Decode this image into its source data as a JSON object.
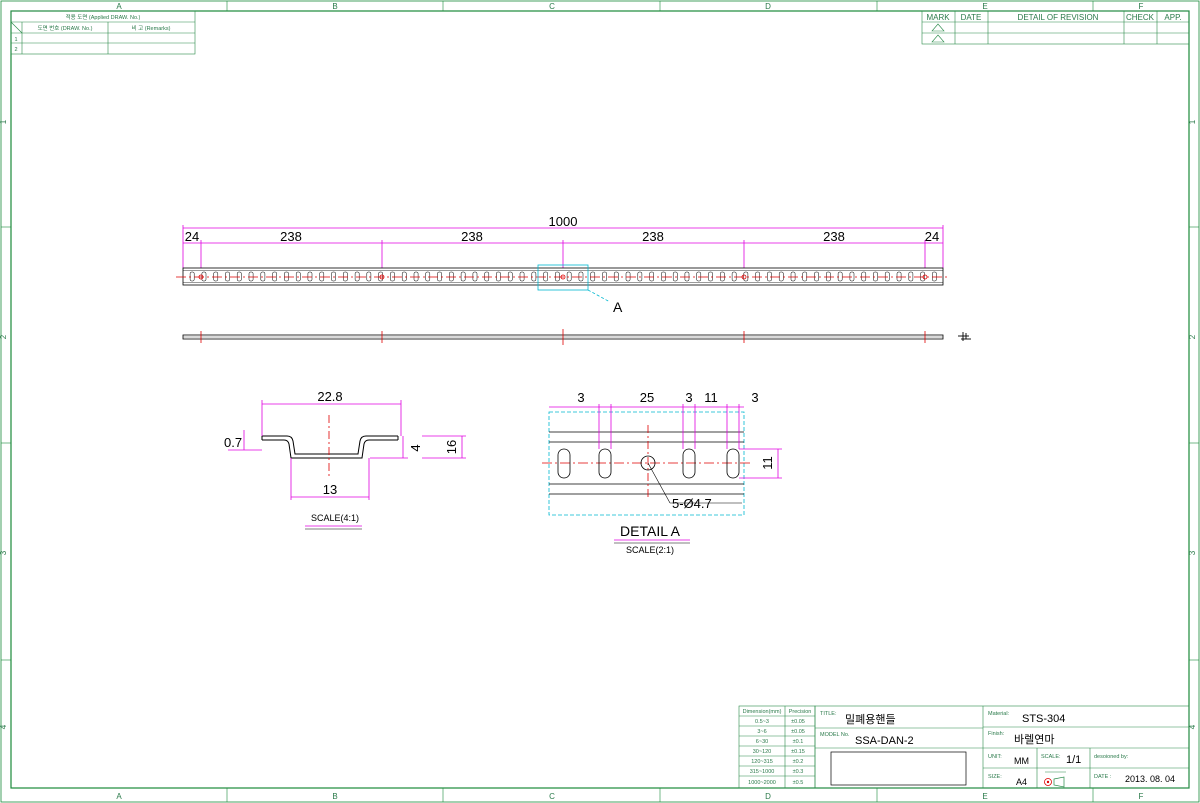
{
  "zones": {
    "columns": [
      "A",
      "B",
      "C",
      "D",
      "E",
      "F"
    ],
    "rows": [
      "1",
      "2",
      "3",
      "4"
    ]
  },
  "applied_table": {
    "title": "적용 도면 (Applied DRAW. No.)",
    "col_drawing": "도면 번호 (DRAW. No.)",
    "col_remarks": "비 고 (Remarks)",
    "rows": [
      "1",
      "2"
    ]
  },
  "revision_table": {
    "mark": "MARK",
    "date": "DATE",
    "detail": "DETAIL OF REVISION",
    "check": "CHECK",
    "app": "APP."
  },
  "top_view": {
    "overall": "1000",
    "segments": [
      "24",
      "238",
      "238",
      "238",
      "238",
      "24"
    ],
    "detail_ref": "A"
  },
  "section": {
    "top_width": "22.8",
    "thickness": "0.7",
    "depth": "4",
    "height": "16",
    "bottom_width": "13",
    "scale": "SCALE(4:1)"
  },
  "detail": {
    "dims_top": [
      "3",
      "25",
      "3",
      "11",
      "3"
    ],
    "height": "11",
    "holes": "5-Ø4.7",
    "title": "DETAIL A",
    "scale": "SCALE(2:1)"
  },
  "precision_table": {
    "header_dim": "Dimension(mm)",
    "header_prec": "Precision",
    "rows": [
      [
        "0.5~3",
        "±0.05"
      ],
      [
        "3~6",
        "±0.05"
      ],
      [
        "6~30",
        "±0.1"
      ],
      [
        "30~120",
        "±0.15"
      ],
      [
        "120~315",
        "±0.2"
      ],
      [
        "315~1000",
        "±0.3"
      ],
      [
        "1000~2000",
        "±0.5"
      ]
    ]
  },
  "title_block": {
    "title_label": "TITLE:",
    "title": "밀폐용핸들",
    "model_label": "MODEL No.",
    "model": "SSA-DAN-2",
    "material_label": "Material:",
    "material": "STS-304",
    "finish_label": "Finish:",
    "finish": "바렐연마",
    "unit_label": "UNIT:",
    "unit": "MM",
    "scale_label": "SCALE:",
    "scale": "1/1",
    "designed_label": "desoioned by:",
    "size_label": "SIZE:",
    "size": "A4",
    "date_label": "DATE :",
    "date": "2013. 08. 04"
  }
}
